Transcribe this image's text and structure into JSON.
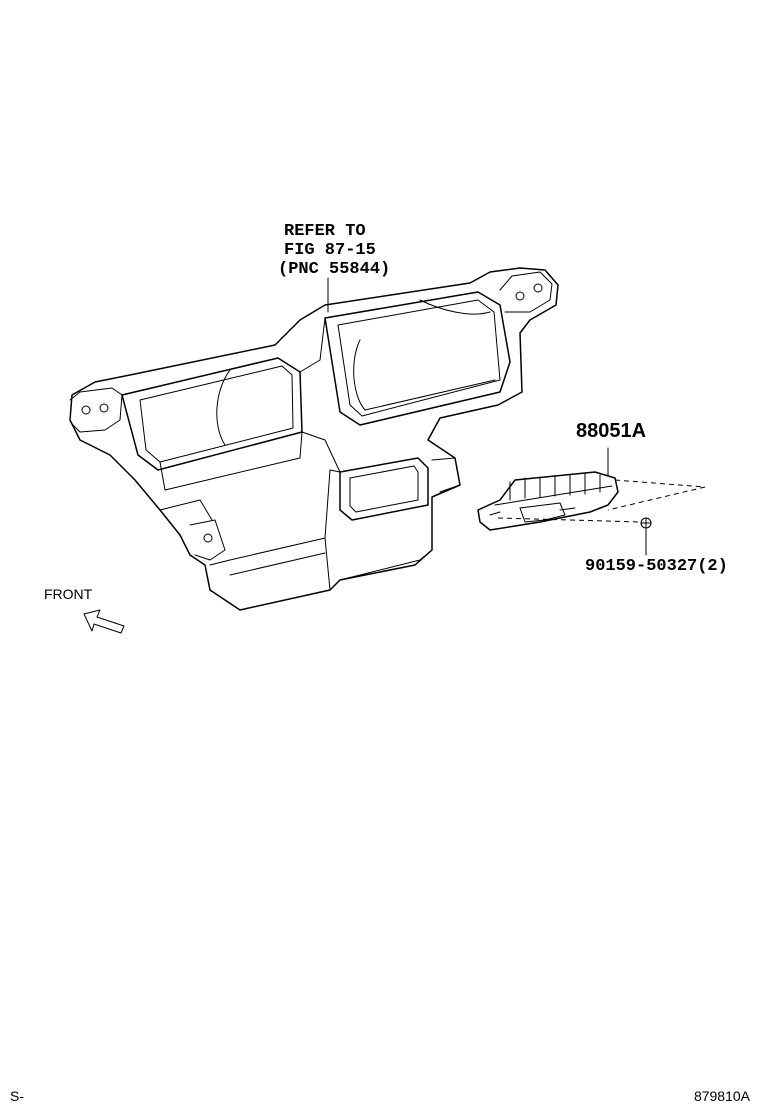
{
  "callouts": {
    "refer_line1": "REFER TO",
    "refer_line2": "FIG 87-15",
    "refer_line3": "(PNC 55844)",
    "part_main": "88051A",
    "part_screw": "90159-50327(2)",
    "front": "FRONT"
  },
  "footer": {
    "left_code": "S-",
    "figure_id": "879810A"
  }
}
